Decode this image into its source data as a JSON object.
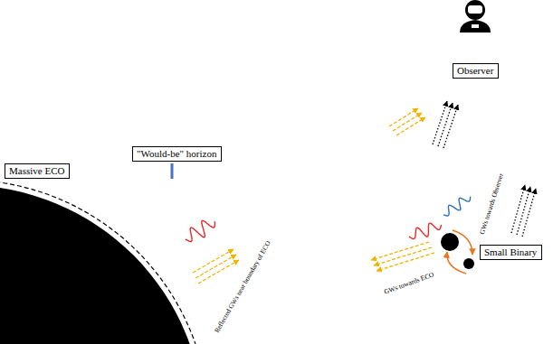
{
  "diagram": {
    "nodes": [
      {
        "text": [
          "Observer"
        ]
      },
      {
        "text": [
          "Massive ECO"
        ]
      },
      {
        "text": [
          "\"Would-be\" horizon"
        ]
      },
      {
        "text": [
          "Small Binary"
        ]
      }
    ],
    "labels": [
      "Reflected GWs near boundary of ECO",
      "GWs towards Observer",
      "GWs towards ECO"
    ]
  }
}
